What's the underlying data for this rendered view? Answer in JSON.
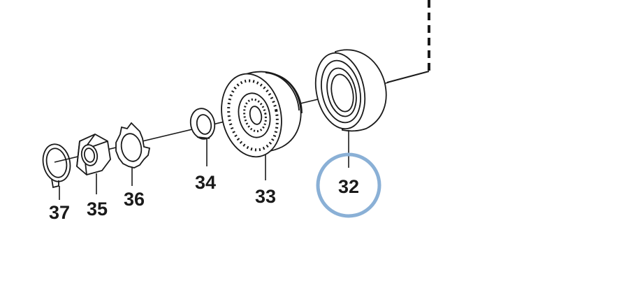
{
  "diagram": {
    "parts": [
      {
        "id": "circlip",
        "label": "37"
      },
      {
        "id": "nut",
        "label": "35"
      },
      {
        "id": "lock-washer",
        "label": "36"
      },
      {
        "id": "thrust-washer",
        "label": "34"
      },
      {
        "id": "synchro-hub",
        "label": "33"
      },
      {
        "id": "bearing",
        "label": "32"
      }
    ],
    "highlight": {
      "label": "32",
      "color": "#8AB0D6"
    },
    "colors": {
      "line": "#1a1a1a",
      "background": "#ffffff"
    }
  }
}
